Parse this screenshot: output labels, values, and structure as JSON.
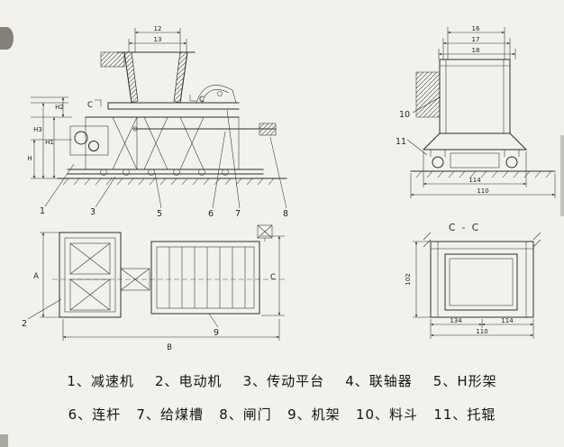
{
  "legend": {
    "line1": "1、减速机    2、电动机    3、传动平台    4、联轴器    5、H形架",
    "line2": "6、连杆   7、给煤槽   8、闸门   9、机架   10、料斗   11、托辊"
  },
  "side_view": {
    "dim_top_small": "12",
    "dim_top_large": "13",
    "dim_h": "H",
    "dim_h1": "H1",
    "dim_h2": "H2",
    "dim_h3": "H3",
    "section_mark_left": "C",
    "section_mark_right": "C",
    "callout_1": "1",
    "callout_3": "3",
    "callout_5": "5",
    "callout_6": "6",
    "callout_7": "7",
    "callout_8": "8"
  },
  "hopper_view": {
    "dim_top_1": "16",
    "dim_top_2": "17",
    "dim_top_3": "18",
    "dim_bottom_1": "114",
    "dim_bottom_2": "110",
    "callout_10": "10",
    "callout_11": "11"
  },
  "plan_view": {
    "dim_a": "A",
    "dim_b": "B",
    "dim_c": "C",
    "callout_2": "2",
    "callout_9": "9"
  },
  "cc_section": {
    "title": "C - C",
    "dim_left": "102",
    "dim_bottom_left": "134",
    "dim_bottom_right": "114",
    "dim_bottom_full": "110"
  }
}
